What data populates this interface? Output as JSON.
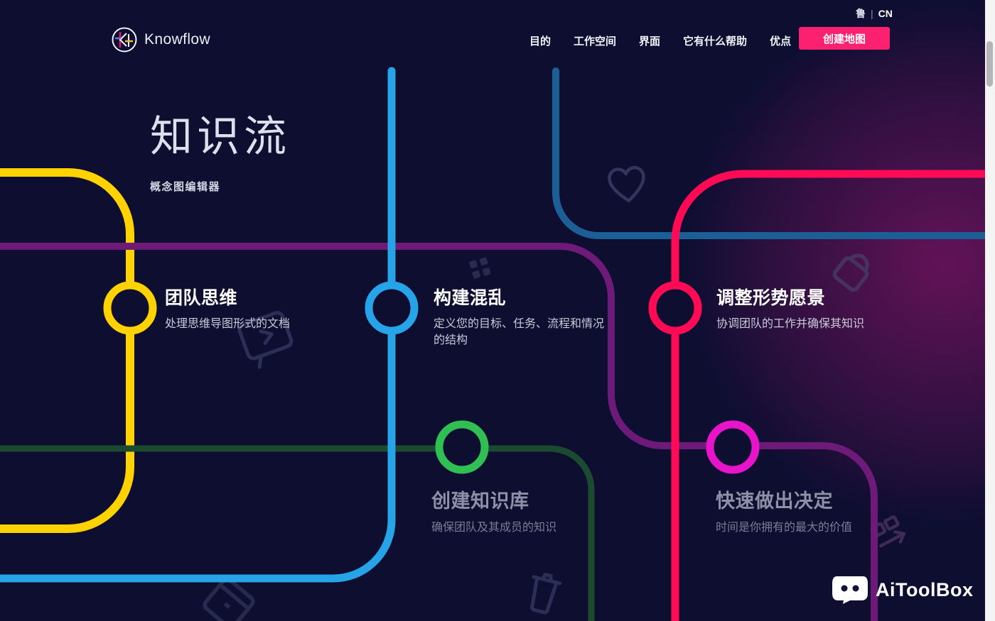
{
  "header": {
    "brand": "Knowflow",
    "nav": [
      {
        "label": "目的"
      },
      {
        "label": "工作空间"
      },
      {
        "label": "界面"
      },
      {
        "label": "它有什么帮助"
      },
      {
        "label": "优点"
      }
    ],
    "lang_primary": "鲁",
    "lang_separator": "|",
    "lang_secondary": "CN",
    "cta_label": "创建地图"
  },
  "hero": {
    "title": "知识流",
    "subtitle": "概念图编辑器"
  },
  "features": [
    {
      "title": "团队思维",
      "subtitle": "处理思维导图形式的文档",
      "color": "#ffd200"
    },
    {
      "title": "构建混乱",
      "subtitle": "定义您的目标、任务、流程和情况的结构",
      "color": "#27a3e8"
    },
    {
      "title": "调整形势愿景",
      "subtitle": "协调团队的工作并确保其知识",
      "color": "#ff0a55"
    },
    {
      "title": "创建知识库",
      "subtitle": "确保团队及其成员的知识",
      "color": "#2fbf53"
    },
    {
      "title": "快速做出决定",
      "subtitle": "时间是你拥有的最大的价值",
      "color": "#e714ca"
    }
  ],
  "lines": {
    "yellow": "#ffd200",
    "bright_blue": "#27a3e8",
    "dark_blue": "#1c5f97",
    "crimson": "#ff0a55",
    "purple": "#6d1a78",
    "dim_green": "#1c4a31"
  },
  "colors": {
    "background": "#0e0e31",
    "accent": "#fb2070",
    "glow": "#d8198c",
    "scrollbar_track": "#f4f4f5",
    "scrollbar_thumb": "#b4b4ba"
  },
  "decorative_icons": [
    "heart-icon",
    "lock-icon",
    "presentation-board-icon",
    "grid-dots-icon",
    "trash-icon",
    "arrow-boxes-icon",
    "box-icon"
  ],
  "watermark": {
    "label": "AiToolBox"
  }
}
